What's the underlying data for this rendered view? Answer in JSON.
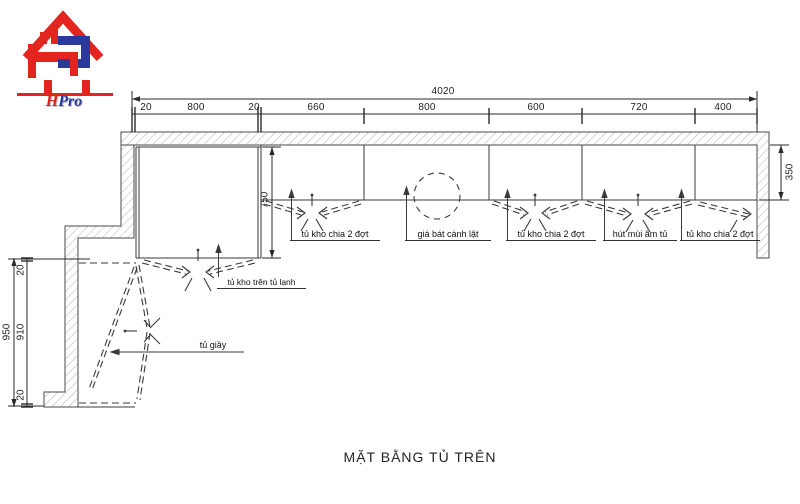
{
  "brand": {
    "h": "H",
    "rest": "Pro"
  },
  "title": "MẶT BẰNG TỦ TRÊN",
  "dims": {
    "total": "4020",
    "segments": [
      "20",
      "800",
      "20",
      "660",
      "800",
      "600",
      "720",
      "400"
    ],
    "left_overall": "950",
    "left_inner": "910",
    "left_gap_top": "20",
    "left_gap_bottom": "20",
    "fridge_depth": "750",
    "upper_depth": "350"
  },
  "cabinets": [
    {
      "label": "tủ kho chia 2 đợt"
    },
    {
      "label": "giá bát cánh lật"
    },
    {
      "label": "tủ kho chia 2 đợt"
    },
    {
      "label": "hút mùi âm tủ"
    },
    {
      "label": "tủ kho chia 2 đợt"
    },
    {
      "label": "tủ kho trên tủ lạnh"
    },
    {
      "label": "tủ giầy"
    }
  ],
  "colors": {
    "line": "#3a3a3a",
    "brand_red": "#e2251f",
    "brand_blue": "#2b3a9a"
  }
}
